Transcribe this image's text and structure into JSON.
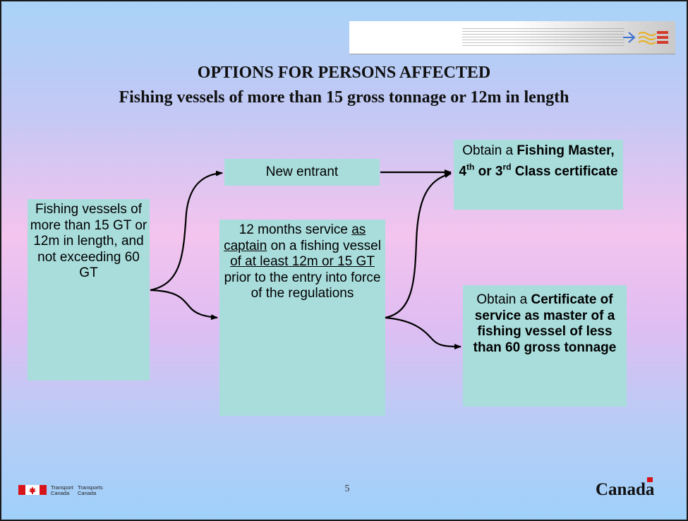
{
  "slide": {
    "title_line1": "OPTIONS FOR PERSONS AFFECTED",
    "title_line2": "Fishing vessels of more than 15 gross tonnage or 12m in length"
  },
  "diagram": {
    "left_box": {
      "text": "Fishing vessels of more than 15 GT or 12m in length, and not exceeding 60 GT"
    },
    "new_entrant": {
      "text": "New entrant"
    },
    "service_box": {
      "parts": [
        "12 months service ",
        "as captain",
        " on a fishing vessel ",
        "of at least 12m or 15 GT ",
        "prior to the entry into force of the regulations"
      ]
    },
    "fishing_master_box": {
      "parts": [
        "Obtain a ",
        "Fishing Master, 4",
        "th",
        " or 3",
        "rd",
        " Class certificate"
      ]
    },
    "certificate_box": {
      "parts": [
        "Obtain a ",
        "Certificate of service as master of a fishing vessel of less than 60 gross tonnage"
      ]
    }
  },
  "footer": {
    "dept_en_line1": "Transport",
    "dept_en_line2": "Canada",
    "dept_fr_line1": "Transports",
    "dept_fr_line2": "Canada",
    "page_number": "5",
    "wordmark": "Canada"
  },
  "colors": {
    "box_fill": "#a9dddc",
    "flag_red": "#d7141a"
  }
}
